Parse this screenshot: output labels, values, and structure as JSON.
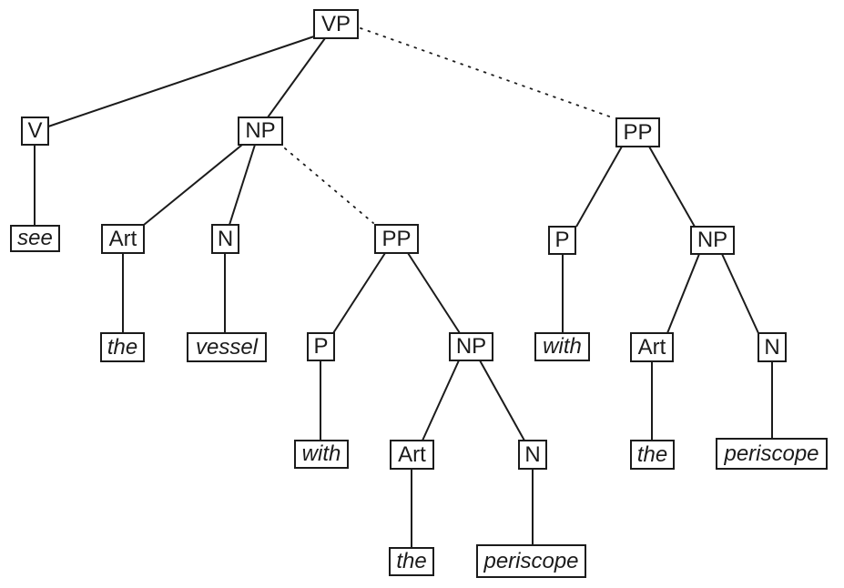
{
  "diagram": {
    "type": "syntax-tree",
    "ink_color": "#1b1b1b",
    "background_color": "#ffffff",
    "nodes": {
      "vp": "VP",
      "v": "V",
      "np_object": "NP",
      "pp_high": "PP",
      "see": "see",
      "art_object": "Art",
      "n_object": "N",
      "pp_low": "PP",
      "p_high": "P",
      "np_high": "NP",
      "the_object": "the",
      "vessel": "vessel",
      "p_low": "P",
      "np_low": "NP",
      "with_high": "with",
      "art_high": "Art",
      "n_high": "N",
      "with_low": "with",
      "art_low": "Art",
      "n_low": "N",
      "the_high": "the",
      "periscope_high": "periscope",
      "the_low": "the",
      "periscope_low": "periscope"
    },
    "edges": [
      {
        "from": "vp",
        "to": "v",
        "style": "solid"
      },
      {
        "from": "vp",
        "to": "np_object",
        "style": "solid"
      },
      {
        "from": "vp",
        "to": "pp_high",
        "style": "dotted"
      },
      {
        "from": "v",
        "to": "see",
        "style": "solid"
      },
      {
        "from": "np_object",
        "to": "art_object",
        "style": "solid"
      },
      {
        "from": "np_object",
        "to": "n_object",
        "style": "solid"
      },
      {
        "from": "np_object",
        "to": "pp_low",
        "style": "dotted"
      },
      {
        "from": "art_object",
        "to": "the_object",
        "style": "solid"
      },
      {
        "from": "n_object",
        "to": "vessel",
        "style": "solid"
      },
      {
        "from": "pp_low",
        "to": "p_low",
        "style": "solid"
      },
      {
        "from": "pp_low",
        "to": "np_low",
        "style": "solid"
      },
      {
        "from": "p_low",
        "to": "with_low",
        "style": "solid"
      },
      {
        "from": "np_low",
        "to": "art_low",
        "style": "solid"
      },
      {
        "from": "np_low",
        "to": "n_low",
        "style": "solid"
      },
      {
        "from": "art_low",
        "to": "the_low",
        "style": "solid"
      },
      {
        "from": "n_low",
        "to": "periscope_low",
        "style": "solid"
      },
      {
        "from": "pp_high",
        "to": "p_high",
        "style": "solid"
      },
      {
        "from": "pp_high",
        "to": "np_high",
        "style": "solid"
      },
      {
        "from": "p_high",
        "to": "with_high",
        "style": "solid"
      },
      {
        "from": "np_high",
        "to": "art_high",
        "style": "solid"
      },
      {
        "from": "np_high",
        "to": "n_high",
        "style": "solid"
      },
      {
        "from": "art_high",
        "to": "the_high",
        "style": "solid"
      },
      {
        "from": "n_high",
        "to": "periscope_high",
        "style": "solid"
      }
    ]
  }
}
